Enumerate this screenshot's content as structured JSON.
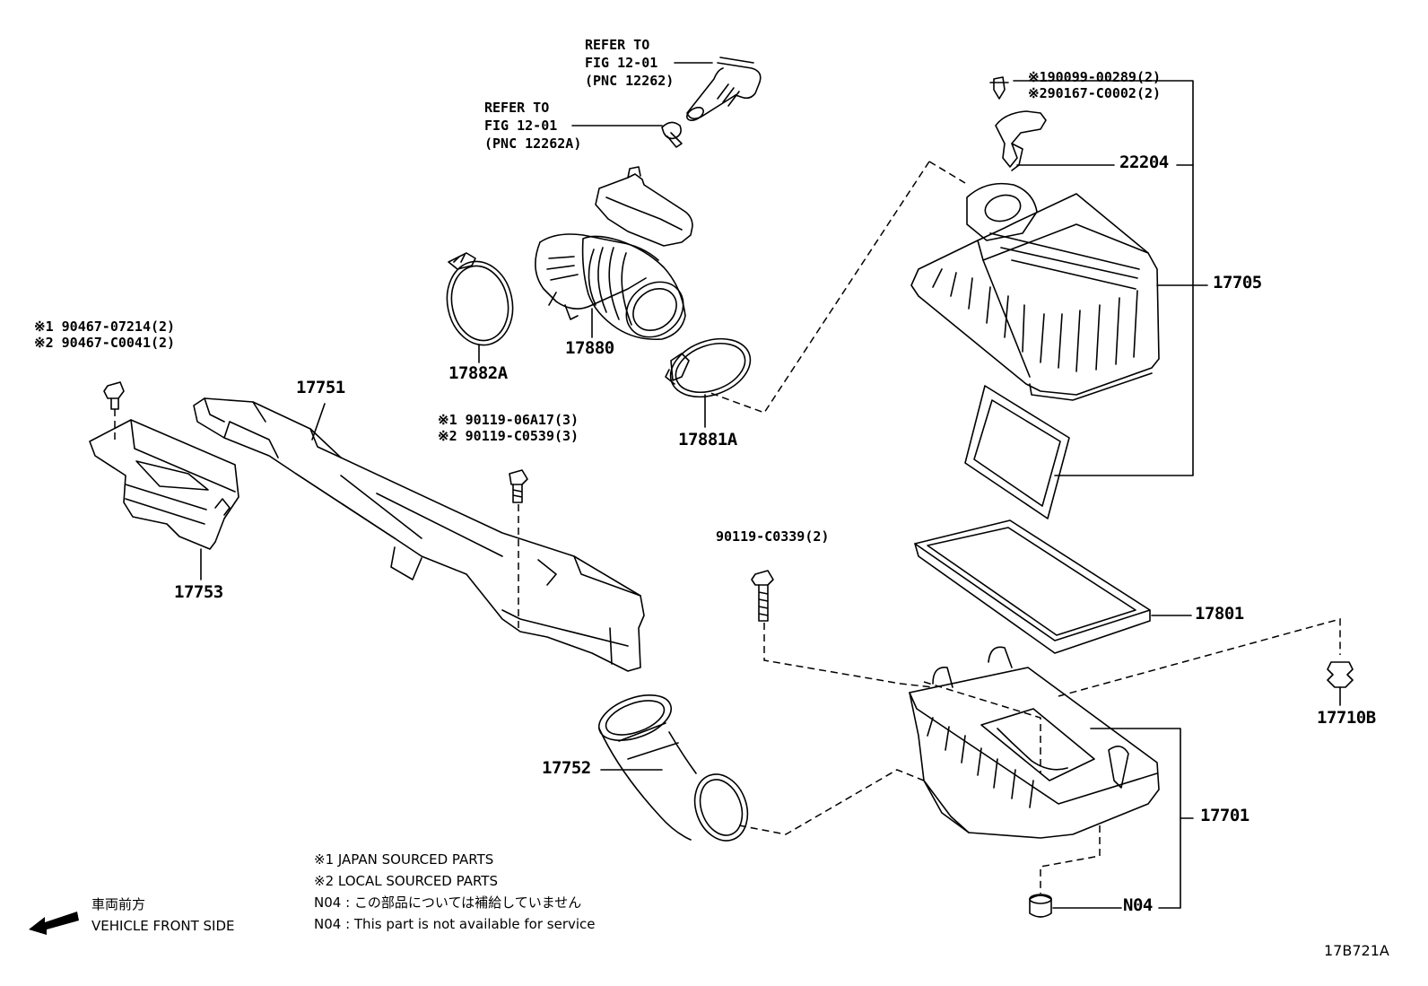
{
  "refs": [
    {
      "line1": "REFER TO",
      "line2": "FIG 12-01",
      "line3": "(PNC 12262)"
    },
    {
      "line1": "REFER TO",
      "line2": "FIG 12-01",
      "line3": "(PNC 12262A)"
    }
  ],
  "bolts": {
    "b90467_1": "※1 90467-07214(2)",
    "b90467_2": "※2 90467-C0041(2)",
    "b90119a_1": "※1 90119-06A17(3)",
    "b90119a_2": "※2 90119-C0539(3)",
    "b90099_1": "※190099-00289(2)",
    "b90099_2": "※290167-C0002(2)",
    "b90119c": "90119-C0339(2)"
  },
  "parts": {
    "p22204": "22204",
    "p17705": "17705",
    "p17880": "17880",
    "p17882A": "17882A",
    "p17881A": "17881A",
    "p17751": "17751",
    "p17753": "17753",
    "p17801": "17801",
    "p17710B": "17710B",
    "p17752": "17752",
    "p17701": "17701",
    "pN04": "N04"
  },
  "legend": {
    "note1": "※1 JAPAN SOURCED PARTS",
    "note2": "※2 LOCAL SOURCED PARTS",
    "n04_jp": "N04 : この部品については補給していません",
    "n04_en": "N04 : This part is not available for service"
  },
  "direction": {
    "jp": "車両前方",
    "en": "VEHICLE FRONT SIDE",
    "icon": "arrow-left-icon"
  },
  "figure_code": "17B721A"
}
